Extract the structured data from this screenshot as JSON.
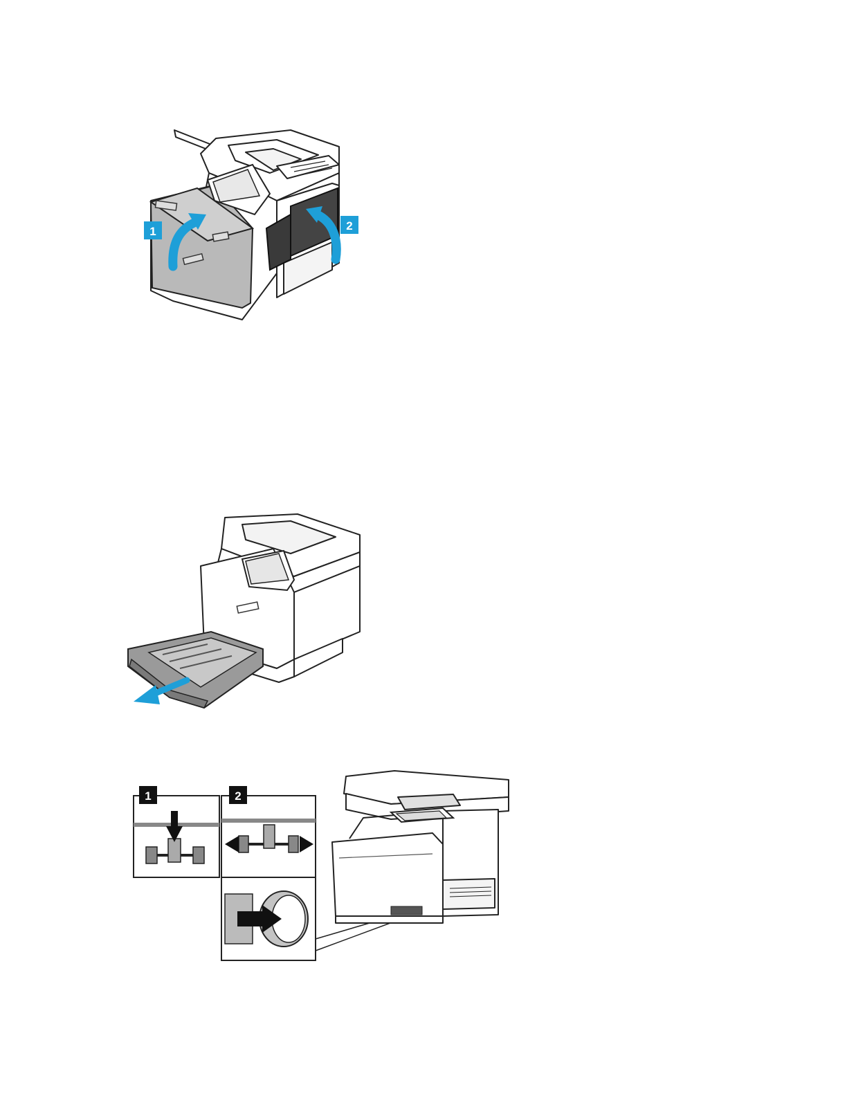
{
  "figures": [
    {
      "callouts": [
        "1",
        "2"
      ],
      "colors": {
        "accent": "#1e9fd8",
        "callout_bg": "#1e9fd8",
        "callout_text": "#ffffff",
        "cover": "#b9b9b9"
      }
    },
    {
      "colors": {
        "accent": "#1e9fd8",
        "tray": "#9a9a9a"
      }
    },
    {
      "callouts": [
        "1",
        "2"
      ],
      "colors": {
        "callout_bg": "#111111",
        "callout_text": "#ffffff",
        "arrow": "#111111",
        "roller": "#888888"
      }
    }
  ]
}
